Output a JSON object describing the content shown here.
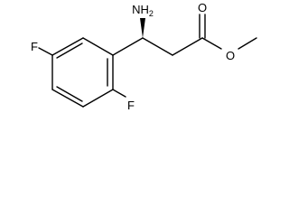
{
  "molecule": {
    "atoms": {
      "amino": {
        "element": "N",
        "text": "NH",
        "subscript": "2"
      },
      "carbonyl_oxygen": {
        "element": "O",
        "text": "O"
      },
      "ester_oxygen": {
        "element": "O",
        "text": "O"
      },
      "fluorine_meta": {
        "element": "F",
        "text": "F"
      },
      "fluorine_ortho": {
        "element": "F",
        "text": "F"
      }
    },
    "stereo_bond": "wedge"
  },
  "colors": {
    "bond": "#000000",
    "label": "#000000",
    "background": "#ffffff"
  }
}
